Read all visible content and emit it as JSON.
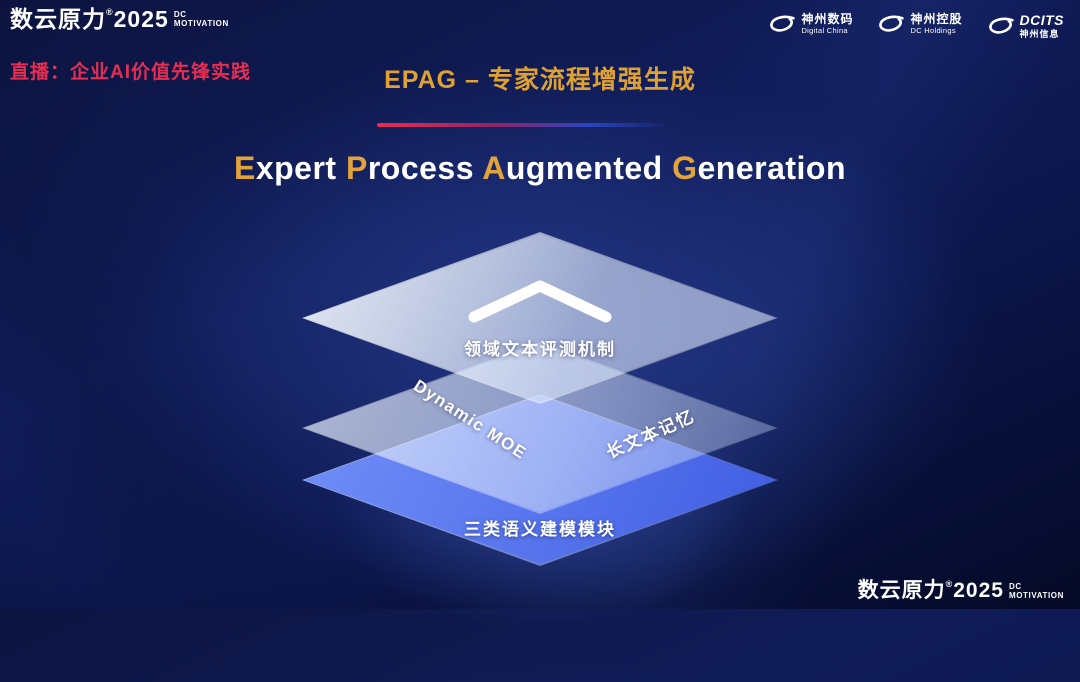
{
  "colors": {
    "accent_gold": "#e2a33b",
    "title_gold": "#dfa132",
    "live_red": "#e62e53",
    "layer_blue": "#4f67ee",
    "background_navy": "#0c1440"
  },
  "icons": {
    "partner_logo": "swoosh-icon",
    "diagram_top": "chevron-up-icon"
  },
  "header": {
    "brand": {
      "name": "数云原力",
      "reg": "®",
      "year": "2025",
      "sub_top": "DC",
      "sub_bottom": "MOTIVATION"
    },
    "live_label": "直播：企业AI价值先锋实践",
    "slide_title": "EPAG – 专家流程增强生成",
    "partners": [
      {
        "line1": "神州数码",
        "line2": "Digital China"
      },
      {
        "line1": "神州控股",
        "line2": "DC Holdings"
      },
      {
        "line1": "DCITS",
        "line2": "神州信息"
      }
    ]
  },
  "main": {
    "heading_parts": [
      {
        "t": "E",
        "gold": true
      },
      {
        "t": "xpert "
      },
      {
        "t": "P",
        "gold": true
      },
      {
        "t": "rocess "
      },
      {
        "t": "A",
        "gold": true
      },
      {
        "t": "ugmented "
      },
      {
        "t": "G",
        "gold": true
      },
      {
        "t": "eneration"
      }
    ],
    "diagram": {
      "top_layer_label": "领域文本评测机制",
      "middle_layer_label_left": "Dynamic MOE",
      "middle_layer_label_right": "长文本记忆",
      "bottom_layer_label": "三类语义建模模块"
    }
  },
  "footer": {
    "brand": {
      "name": "数云原力",
      "reg": "®",
      "year": "2025",
      "sub_top": "DC",
      "sub_bottom": "MOTIVATION"
    }
  }
}
